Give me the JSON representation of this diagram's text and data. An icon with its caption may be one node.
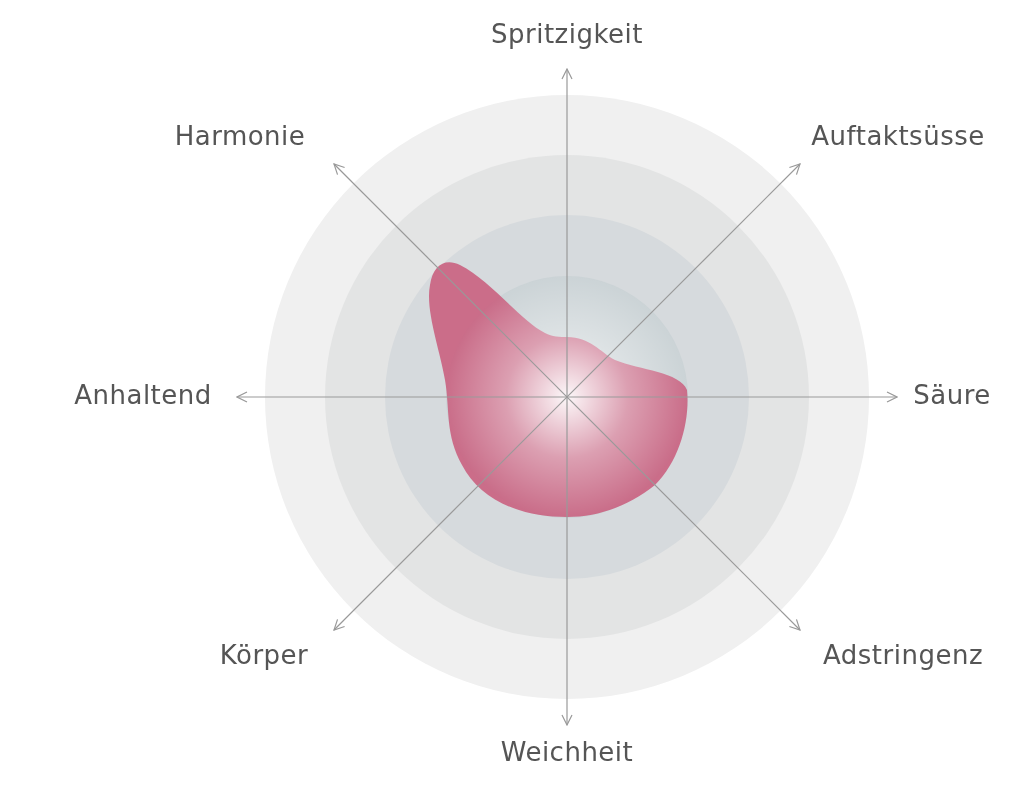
{
  "diagram": {
    "labels": [
      "Spritzigkeit",
      "Harmonie",
      "Auftaktsüsse",
      "Anhaltend",
      "Säure",
      "Körper",
      "Adstringenz",
      "Weichheit"
    ]
  }
}
